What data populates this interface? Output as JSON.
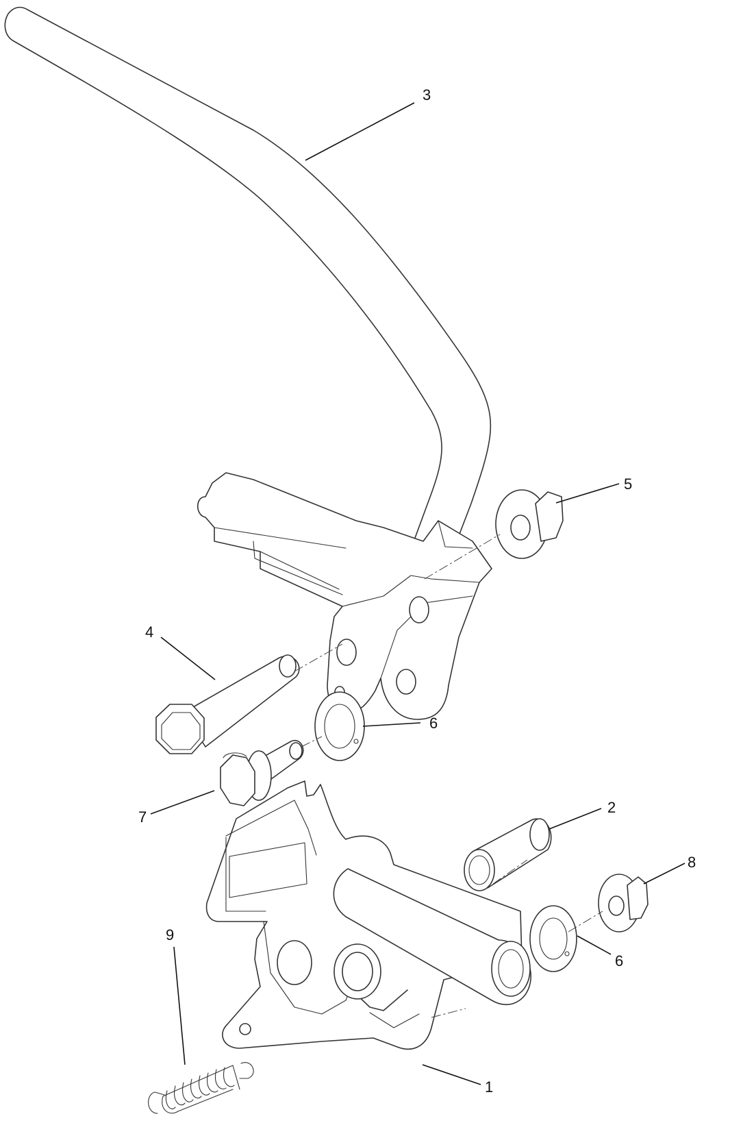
{
  "callouts": {
    "c1": "1",
    "c2": "2",
    "c3": "3",
    "c4": "4",
    "c5": "5",
    "c6a": "6",
    "c6b": "6",
    "c7": "7",
    "c8": "8",
    "c9": "9"
  },
  "colors": {
    "line": "#333333",
    "background": "#ffffff"
  }
}
